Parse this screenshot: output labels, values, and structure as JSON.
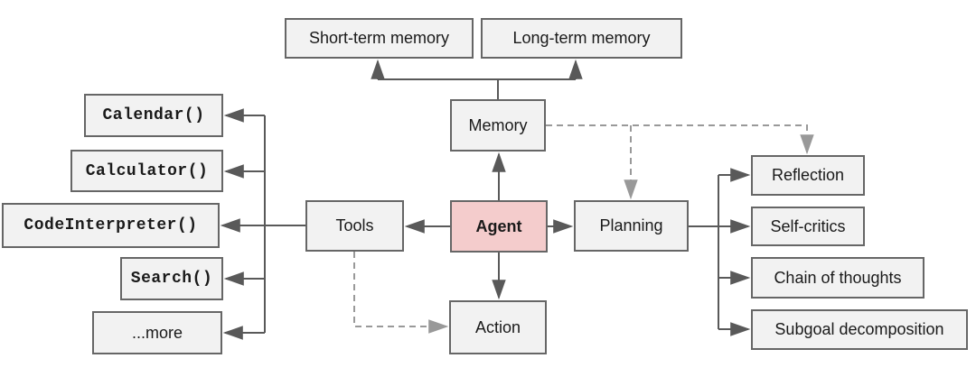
{
  "diagram": {
    "nodes": {
      "short_term_memory": {
        "label": "Short-term memory"
      },
      "long_term_memory": {
        "label": "Long-term memory"
      },
      "memory": {
        "label": "Memory"
      },
      "agent": {
        "label": "Agent"
      },
      "tools": {
        "label": "Tools"
      },
      "planning": {
        "label": "Planning"
      },
      "action": {
        "label": "Action"
      },
      "calendar": {
        "label": "Calendar()"
      },
      "calculator": {
        "label": "Calculator()"
      },
      "code_interpreter": {
        "label": "CodeInterpreter()"
      },
      "search": {
        "label": "Search()"
      },
      "more": {
        "label": "...more"
      },
      "reflection": {
        "label": "Reflection"
      },
      "self_critics": {
        "label": "Self-critics"
      },
      "chain_of_thoughts": {
        "label": "Chain of thoughts"
      },
      "subgoal_decomposition": {
        "label": "Subgoal decomposition"
      }
    },
    "edges": [
      {
        "from": "agent",
        "to": "memory",
        "style": "solid"
      },
      {
        "from": "agent",
        "to": "tools",
        "style": "solid"
      },
      {
        "from": "agent",
        "to": "planning",
        "style": "solid"
      },
      {
        "from": "agent",
        "to": "action",
        "style": "solid"
      },
      {
        "from": "memory",
        "to": "short_term_memory",
        "style": "solid"
      },
      {
        "from": "memory",
        "to": "long_term_memory",
        "style": "solid"
      },
      {
        "from": "tools",
        "to": "calendar",
        "style": "solid"
      },
      {
        "from": "tools",
        "to": "calculator",
        "style": "solid"
      },
      {
        "from": "tools",
        "to": "code_interpreter",
        "style": "solid"
      },
      {
        "from": "tools",
        "to": "search",
        "style": "solid"
      },
      {
        "from": "tools",
        "to": "more",
        "style": "solid"
      },
      {
        "from": "planning",
        "to": "reflection",
        "style": "solid"
      },
      {
        "from": "planning",
        "to": "self_critics",
        "style": "solid"
      },
      {
        "from": "planning",
        "to": "chain_of_thoughts",
        "style": "solid"
      },
      {
        "from": "planning",
        "to": "subgoal_decomposition",
        "style": "solid"
      },
      {
        "from": "memory",
        "to": "planning",
        "style": "dashed"
      },
      {
        "from": "memory",
        "to": "reflection",
        "style": "dashed"
      },
      {
        "from": "tools",
        "to": "action",
        "style": "dashed"
      }
    ],
    "colors": {
      "background": "#ffffff",
      "node_fill": "#f2f2f2",
      "node_border": "#666666",
      "agent_fill": "#f4cccc",
      "solid_arrow": "#595959",
      "dashed_arrow": "#999999",
      "text": "#1a1a1a"
    }
  }
}
